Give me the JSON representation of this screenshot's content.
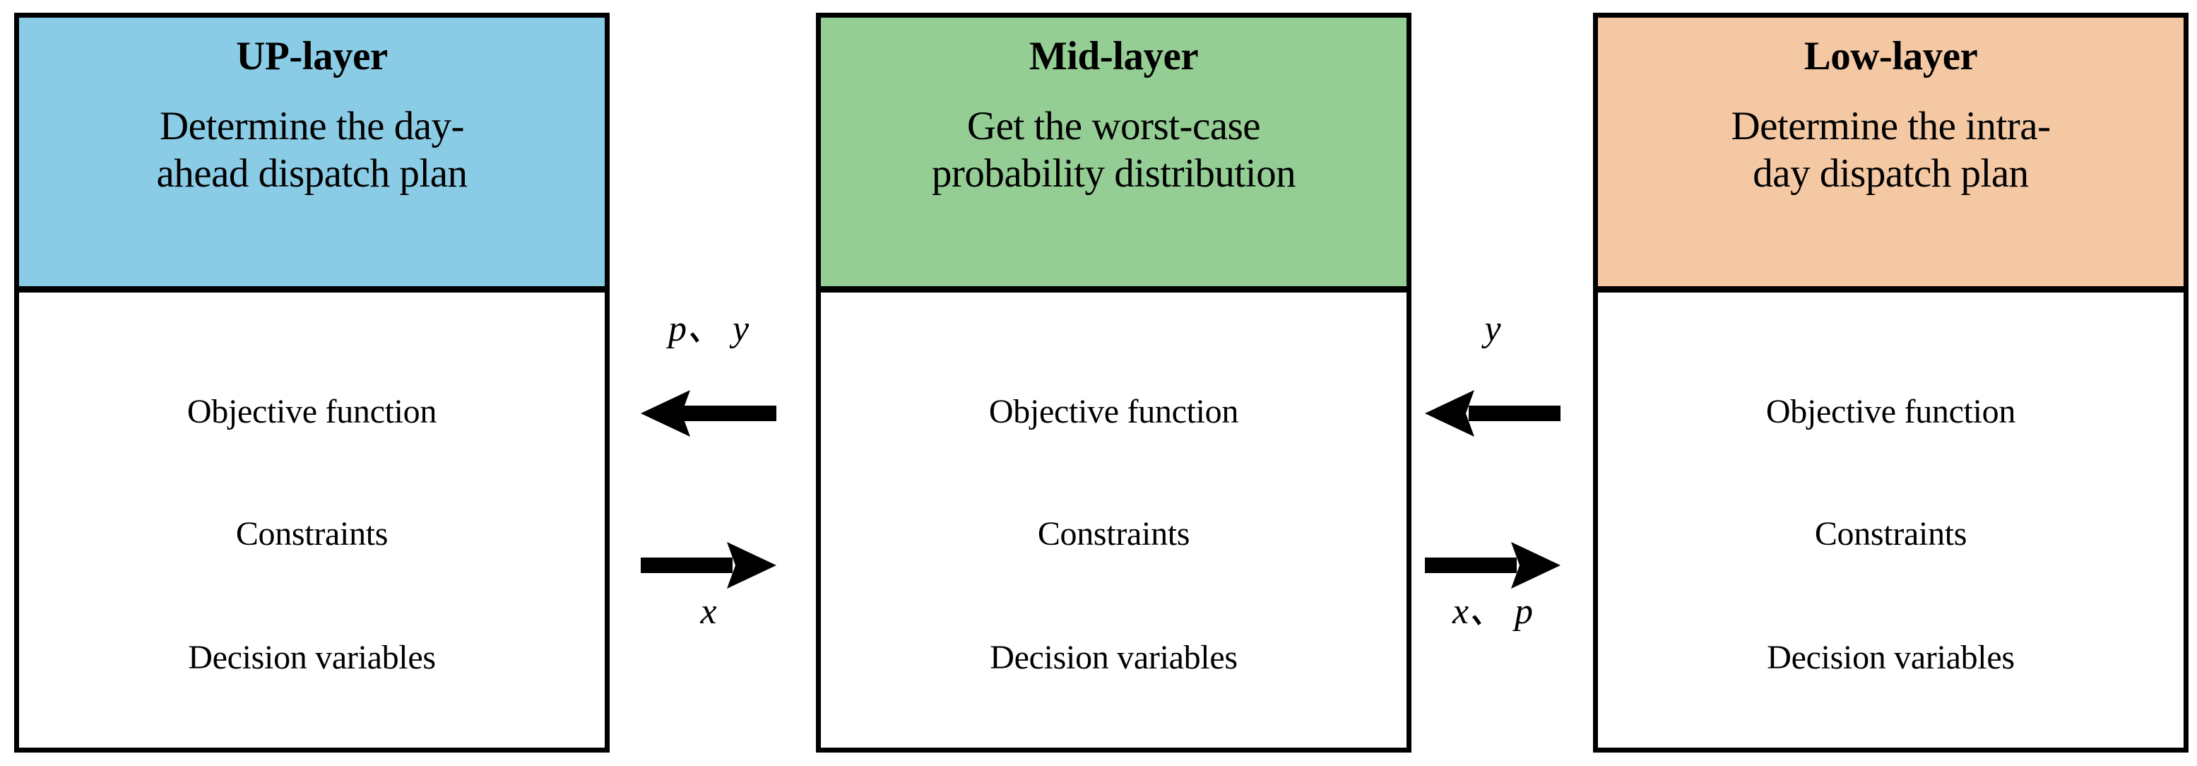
{
  "diagram": {
    "type": "three-layer-dispatch-framework",
    "columns": [
      {
        "id": "up",
        "title": "UP-layer",
        "subtitle": "Determine the day-\nahead dispatch plan",
        "header_color": "#8ACCE5",
        "rows": [
          "Objective function",
          "Constraints",
          "Decision variables"
        ]
      },
      {
        "id": "mid",
        "title": "Mid-layer",
        "subtitle": "Get the worst-case\nprobability distribution",
        "header_color": "#95CE94",
        "rows": [
          "Objective function",
          "Constraints",
          "Decision variables"
        ]
      },
      {
        "id": "low",
        "title": "Low-layer",
        "subtitle": "Determine the intra-\nday dispatch plan",
        "header_color": "#F5C8A4",
        "rows": [
          "Objective function",
          "Constraints",
          "Decision variables"
        ]
      }
    ],
    "connectors": [
      {
        "id": "up-mid",
        "upward_label": "p、 y",
        "upward_direction": "left",
        "downward_label": "x",
        "downward_direction": "right"
      },
      {
        "id": "mid-low",
        "upward_label": "y",
        "upward_direction": "left",
        "downward_label": "x、 p",
        "downward_direction": "right"
      }
    ],
    "colors": {
      "border": "#000000",
      "text": "#000000",
      "background": "#FFFFFF"
    }
  }
}
